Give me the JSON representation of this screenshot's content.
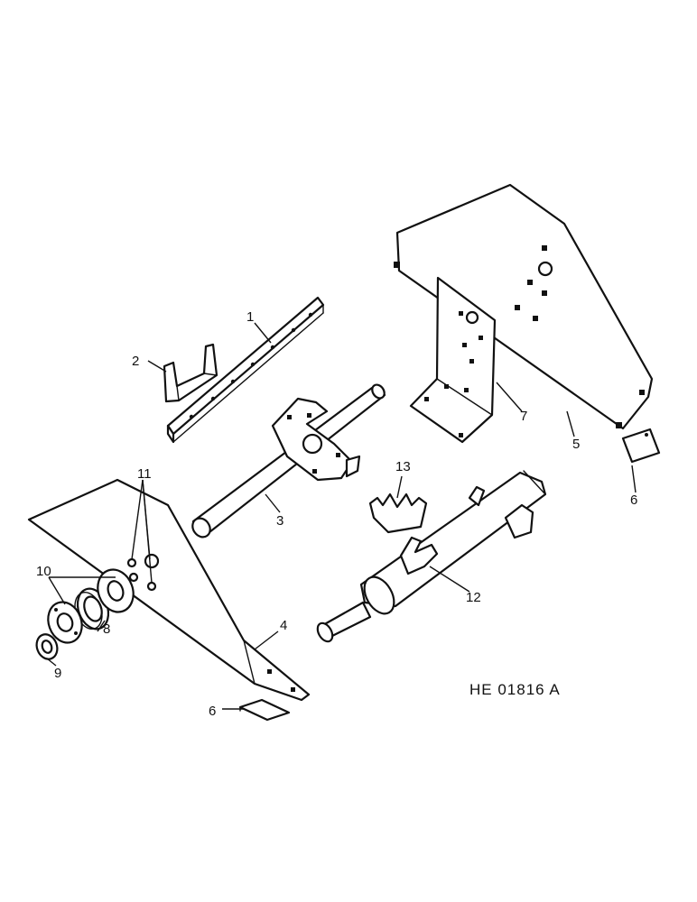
{
  "diagram": {
    "reference_code": "HE 01816 A",
    "callouts": {
      "c1": "1",
      "c2": "2",
      "c3": "3",
      "c4": "4",
      "c5": "5",
      "c6a": "6",
      "c6b": "6",
      "c7": "7",
      "c8": "8",
      "c9": "9",
      "c10": "10",
      "c11": "11",
      "c12": "12",
      "c13": "13"
    }
  }
}
